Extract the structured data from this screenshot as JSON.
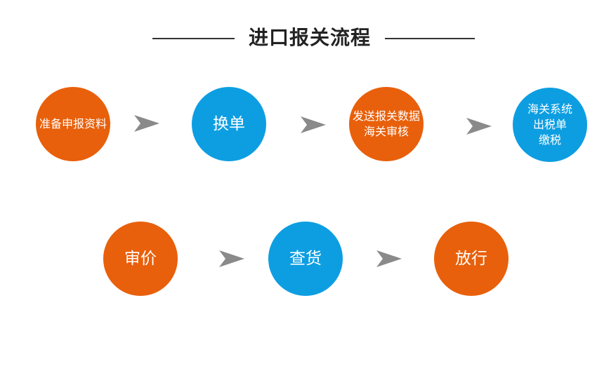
{
  "title": "进口报关流程",
  "colors": {
    "orange": "#e8600b",
    "blue": "#0d9ee2",
    "arrow": "#8a8a8a",
    "line": "#333333"
  },
  "steps": [
    {
      "lines": [
        "准备申报资料"
      ],
      "color": "orange"
    },
    {
      "lines": [
        "换单"
      ],
      "color": "blue"
    },
    {
      "lines": [
        "发送报关数据",
        "海关审核"
      ],
      "color": "orange"
    },
    {
      "lines": [
        "海关系统",
        "出税单",
        "缴税"
      ],
      "color": "blue"
    },
    {
      "lines": [
        "审价"
      ],
      "color": "orange"
    },
    {
      "lines": [
        "查货"
      ],
      "color": "blue"
    },
    {
      "lines": [
        "放行"
      ],
      "color": "orange"
    }
  ]
}
